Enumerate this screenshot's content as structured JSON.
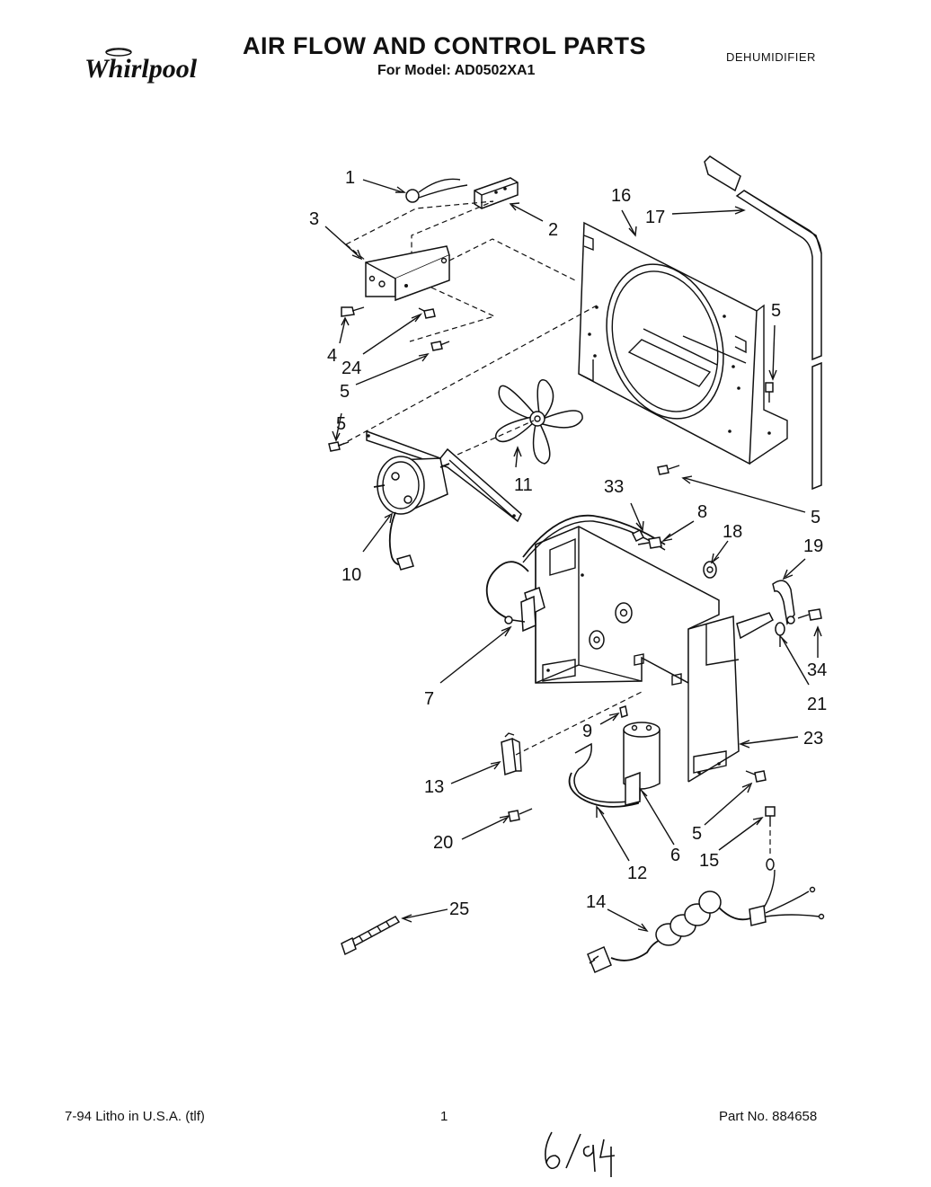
{
  "header": {
    "brand": "Whirlpool",
    "title": "AIR FLOW AND CONTROL PARTS",
    "model_line": "For Model: AD0502XA1",
    "category": "DEHUMIDIFIER"
  },
  "callouts": [
    {
      "id": "c1",
      "text": "1"
    },
    {
      "id": "c2",
      "text": "2"
    },
    {
      "id": "c3",
      "text": "3"
    },
    {
      "id": "c4",
      "text": "4"
    },
    {
      "id": "c24",
      "text": "24"
    },
    {
      "id": "c5a",
      "text": "5"
    },
    {
      "id": "c5b",
      "text": "5"
    },
    {
      "id": "c16",
      "text": "16"
    },
    {
      "id": "c17",
      "text": "17"
    },
    {
      "id": "c5c",
      "text": "5"
    },
    {
      "id": "c11",
      "text": "11"
    },
    {
      "id": "c10",
      "text": "10"
    },
    {
      "id": "c5d",
      "text": "5"
    },
    {
      "id": "c33",
      "text": "33"
    },
    {
      "id": "c8",
      "text": "8"
    },
    {
      "id": "c18",
      "text": "18"
    },
    {
      "id": "c19",
      "text": "19"
    },
    {
      "id": "c34",
      "text": "34"
    },
    {
      "id": "c21",
      "text": "21"
    },
    {
      "id": "c7",
      "text": "7"
    },
    {
      "id": "c9",
      "text": "9"
    },
    {
      "id": "c23",
      "text": "23"
    },
    {
      "id": "c13",
      "text": "13"
    },
    {
      "id": "c5e",
      "text": "5"
    },
    {
      "id": "c6",
      "text": "6"
    },
    {
      "id": "c15",
      "text": "15"
    },
    {
      "id": "c20",
      "text": "20"
    },
    {
      "id": "c12",
      "text": "12"
    },
    {
      "id": "c25",
      "text": "25"
    },
    {
      "id": "c14",
      "text": "14"
    }
  ],
  "footer": {
    "date_line": "7-94  Litho in U.S.A. (tlf)",
    "page_number": "1",
    "part_number": "Part No. 884658"
  },
  "handwritten_note": "6/94"
}
